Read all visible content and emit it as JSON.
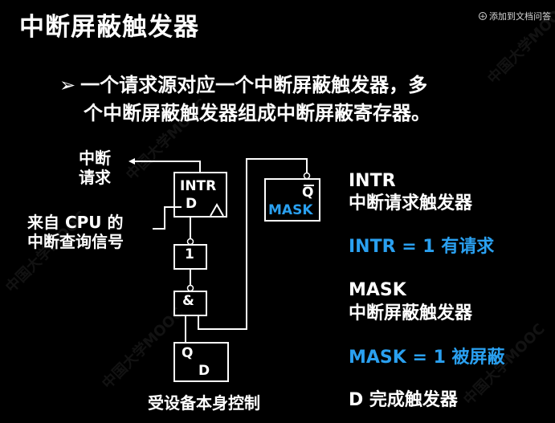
{
  "title": "中断屏蔽触发器",
  "note_button": "添加到文档问答",
  "bullet": {
    "marker": "➢",
    "line1": "一个请求源对应一个中断屏蔽触发器，多",
    "line2": "个中断屏蔽触发器组成中断屏蔽寄存器。"
  },
  "diagram": {
    "left_labels": {
      "interrupt_request_1": "中断",
      "interrupt_request_2": "请求",
      "cpu_query_1": "来自 CPU 的",
      "cpu_query_2": "中断查询信号",
      "bottom": "受设备本身控制"
    },
    "intr_box": {
      "name": "INTR",
      "d": "D"
    },
    "one_box": "1",
    "and_box": "&",
    "d_box": {
      "q": "Q",
      "d": "D"
    },
    "mask_box": {
      "q": "Q",
      "name": "MASK"
    }
  },
  "right_panel": {
    "intr_title": "INTR",
    "intr_desc": "中断请求触发器",
    "intr_eq": "INTR = 1  有请求",
    "mask_title": "MASK",
    "mask_desc": "中断屏蔽触发器",
    "mask_eq": "MASK = 1  被屏蔽",
    "d_desc": "D  完成触发器"
  },
  "colors": {
    "background": "#000000",
    "text": "#ffffff",
    "accent": "#2aa0f0"
  },
  "watermark": "中国大学MOOC"
}
